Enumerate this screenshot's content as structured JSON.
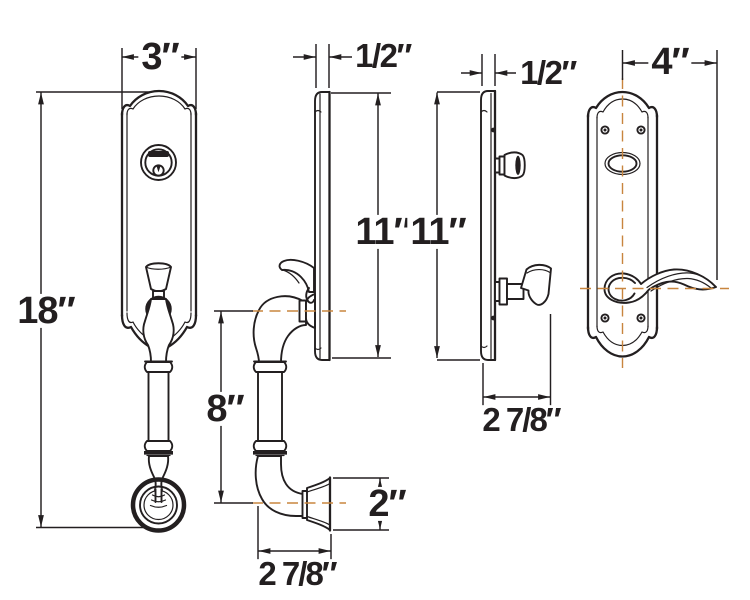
{
  "drawing": {
    "line_color": "#231f20",
    "centerline_color": "#c8853e",
    "dimensions": {
      "exterior_plate_width": "3″",
      "exterior_overall_height": "18″",
      "exterior_grip_length": "8″",
      "exterior_plate_thickness": "1/2″",
      "exterior_plate_height": "11″",
      "interior_plate_thickness": "1/2″",
      "interior_plate_height": "11″",
      "exterior_base_height": "2″",
      "exterior_projection": "2 7/8″",
      "interior_projection": "2 7/8″",
      "interior_lever_reach": "4″"
    }
  }
}
